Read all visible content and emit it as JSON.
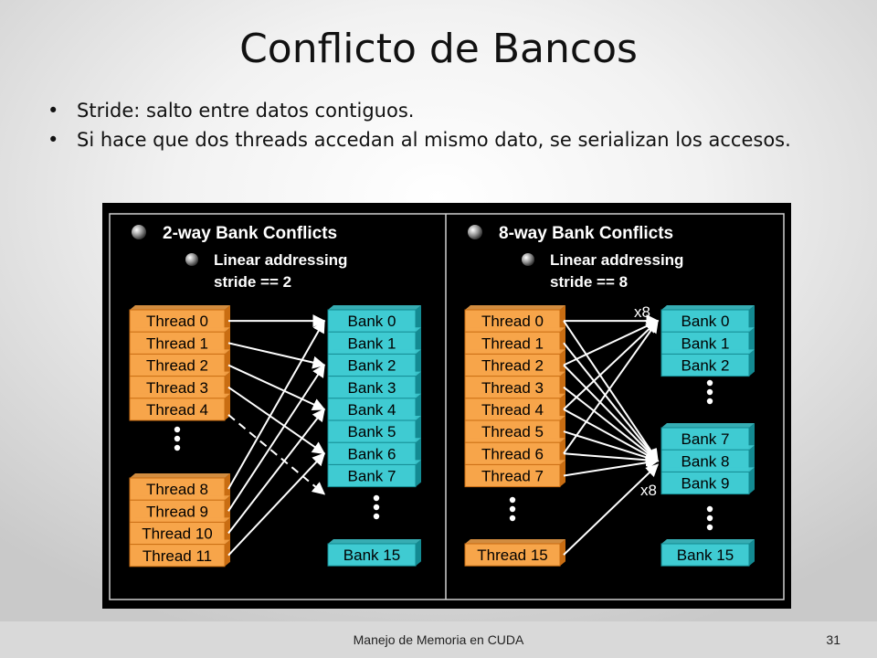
{
  "slide": {
    "title": "Conflicto de Bancos",
    "bullets": [
      "Stride: salto entre datos contiguos.",
      "Si hace que dos threads accedan al mismo dato, se serializan los accesos."
    ],
    "footer": "Manejo de Memoria en CUDA",
    "page_number": "31"
  },
  "colors": {
    "thread": "#f7a54a",
    "thread_border": "#c96d12",
    "bank": "#3fcbd2",
    "bank_border": "#138a92",
    "panel_bg": "#000000",
    "text_light": "#ffffff"
  },
  "panels": [
    {
      "heading": "2-way Bank Conflicts",
      "subheading_line1": "Linear addressing",
      "subheading_line2": "stride == 2",
      "threads_top": [
        "Thread 0",
        "Thread 1",
        "Thread 2",
        "Thread 3",
        "Thread 4"
      ],
      "threads_bottom": [
        "Thread 8",
        "Thread 9",
        "Thread 10",
        "Thread 11"
      ],
      "banks_top": [
        "Bank 0",
        "Bank 1",
        "Bank 2",
        "Bank 3",
        "Bank 4",
        "Bank 5",
        "Bank 6",
        "Bank 7"
      ],
      "banks_bottom": [
        "Bank 15"
      ],
      "mapping": [
        [
          0,
          0
        ],
        [
          1,
          2
        ],
        [
          2,
          4
        ],
        [
          3,
          6
        ],
        [
          8,
          0
        ],
        [
          9,
          2
        ],
        [
          10,
          4
        ],
        [
          11,
          6
        ]
      ]
    },
    {
      "heading": "8-way Bank Conflicts",
      "subheading_line1": "Linear addressing",
      "subheading_line2": "stride == 8",
      "threads_top": [
        "Thread 0",
        "Thread 1",
        "Thread 2",
        "Thread 3",
        "Thread 4",
        "Thread 5",
        "Thread 6",
        "Thread 7"
      ],
      "threads_bottom": [
        "Thread 15"
      ],
      "banks_top": [
        "Bank 0",
        "Bank 1",
        "Bank 2"
      ],
      "banks_mid": [
        "Bank 7",
        "Bank 8",
        "Bank 9"
      ],
      "banks_bottom": [
        "Bank 15"
      ],
      "label_x8_top": "x8",
      "label_x8_bottom": "x8"
    }
  ]
}
